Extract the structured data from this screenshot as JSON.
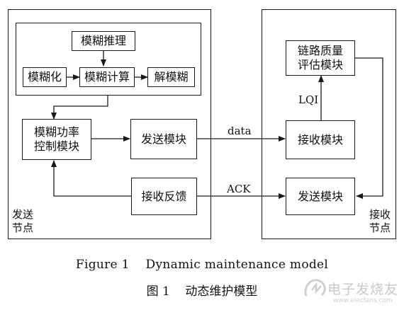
{
  "sender": {
    "node_label": "发送\n节点",
    "fuzzy": {
      "reasoning": "模糊推理",
      "fuzzify": "模糊化",
      "compute": "模糊计算",
      "defuzzify": "解模糊"
    },
    "power_control": "模糊功率\n控制模块",
    "send_module": "发送模块",
    "recv_feedback": "接收反馈"
  },
  "receiver": {
    "node_label": "接收\n节点",
    "link_quality": "链路质量\n评估模块",
    "recv_module": "接收模块",
    "send_module": "发送模块"
  },
  "edges": {
    "data": "data",
    "ack": "ACK",
    "lqi": "LQI"
  },
  "caption": {
    "en": "Figure 1    Dynamic maintenance model",
    "cn": "图 1    动态维护模型"
  },
  "watermark": {
    "text": "电子发烧友",
    "url": "www.elecfans.com"
  }
}
